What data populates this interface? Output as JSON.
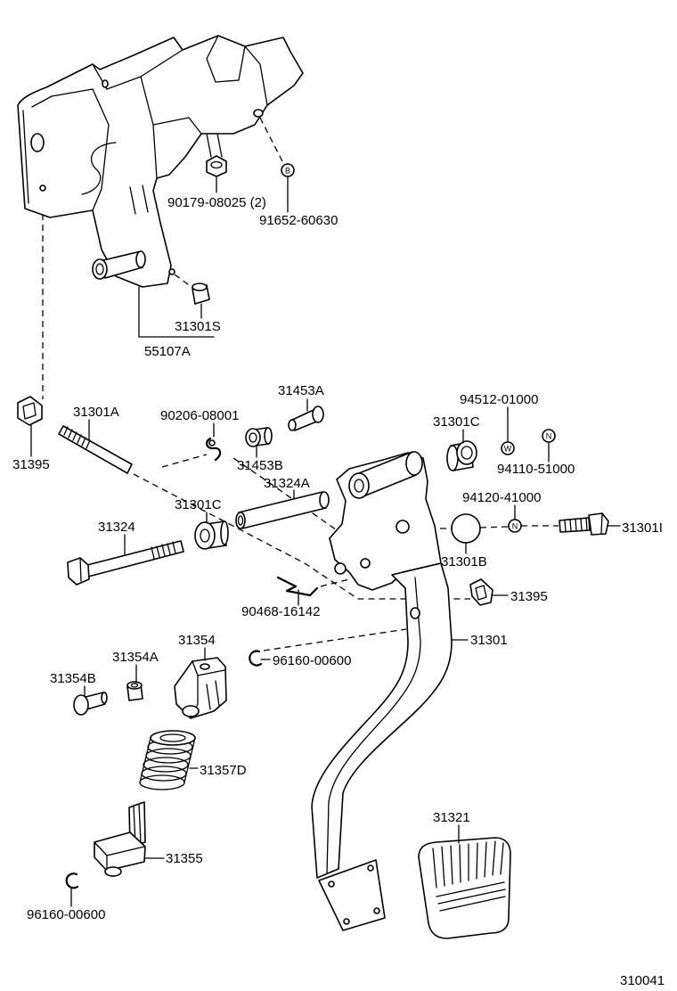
{
  "parts": [
    {
      "label": "90179-08025 (2)"
    },
    {
      "label": "91652-60630"
    },
    {
      "label": "31301S"
    },
    {
      "label": "55107A"
    },
    {
      "label": "31301A"
    },
    {
      "label": "90206-08001"
    },
    {
      "label": "31453A"
    },
    {
      "label": "94512-01000"
    },
    {
      "label": "31301C"
    },
    {
      "label": "31395"
    },
    {
      "label": "31453B"
    },
    {
      "label": "94110-51000"
    },
    {
      "label": "31324A"
    },
    {
      "label": "31301C"
    },
    {
      "label": "94120-41000"
    },
    {
      "label": "31324"
    },
    {
      "label": "31301I"
    },
    {
      "label": "31301B"
    },
    {
      "label": "31395"
    },
    {
      "label": "90468-16142"
    },
    {
      "label": "31301"
    },
    {
      "label": "31354A"
    },
    {
      "label": "31354"
    },
    {
      "label": "31354B"
    },
    {
      "label": "96160-00600"
    },
    {
      "label": "31357D"
    },
    {
      "label": "31321"
    },
    {
      "label": "31355"
    },
    {
      "label": "96160-00600"
    }
  ],
  "markers": {
    "b": "B",
    "w": "W",
    "n_upper": "N",
    "n_lower": "N"
  },
  "diagram_id": "310041"
}
